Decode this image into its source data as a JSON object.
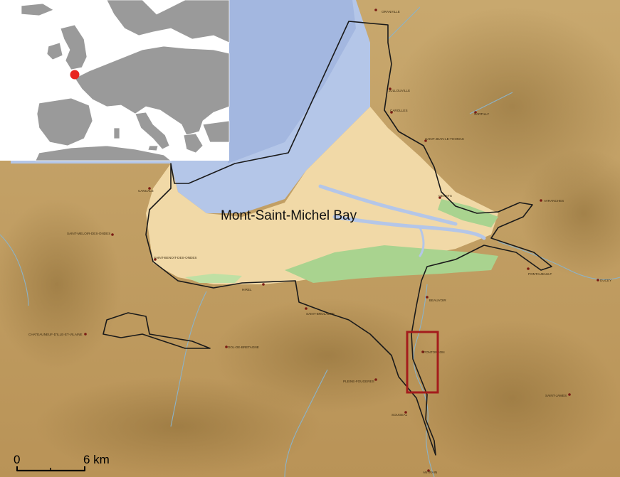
{
  "map": {
    "bay_label": "Mont-Saint-Michel Bay",
    "scale": {
      "zero_label": "0",
      "distance_label": "6 km"
    },
    "inset": {
      "marker_color": "#e8241f",
      "land_color": "#9a9a9a",
      "sea_color": "#ffffff"
    },
    "highlight_box_color": "#a41c1c",
    "towns": [
      "GRANVILLE",
      "JULLOUVILLE",
      "CAROLLES",
      "SARTILLY",
      "SAINT-JEAN-LE-THOMAS",
      "GENETS",
      "AVRANCHES",
      "PONTAUBAULT",
      "DUCEY",
      "CANCALE",
      "SAINT-MELOIR-DES-ONDES",
      "SAINT-BENOIT-DES-ONDES",
      "HIREL",
      "SAINT-BROLADRE",
      "BEAUVOIR",
      "CHATEAUNEUF-D'ILLE-ET-VILAINE",
      "DOL-DE-BRETAGNE",
      "PONTORSON",
      "PLEINE-FOUGERES",
      "SOUGEAL",
      "SAINT-JAMES",
      "ANTRAIN"
    ]
  }
}
